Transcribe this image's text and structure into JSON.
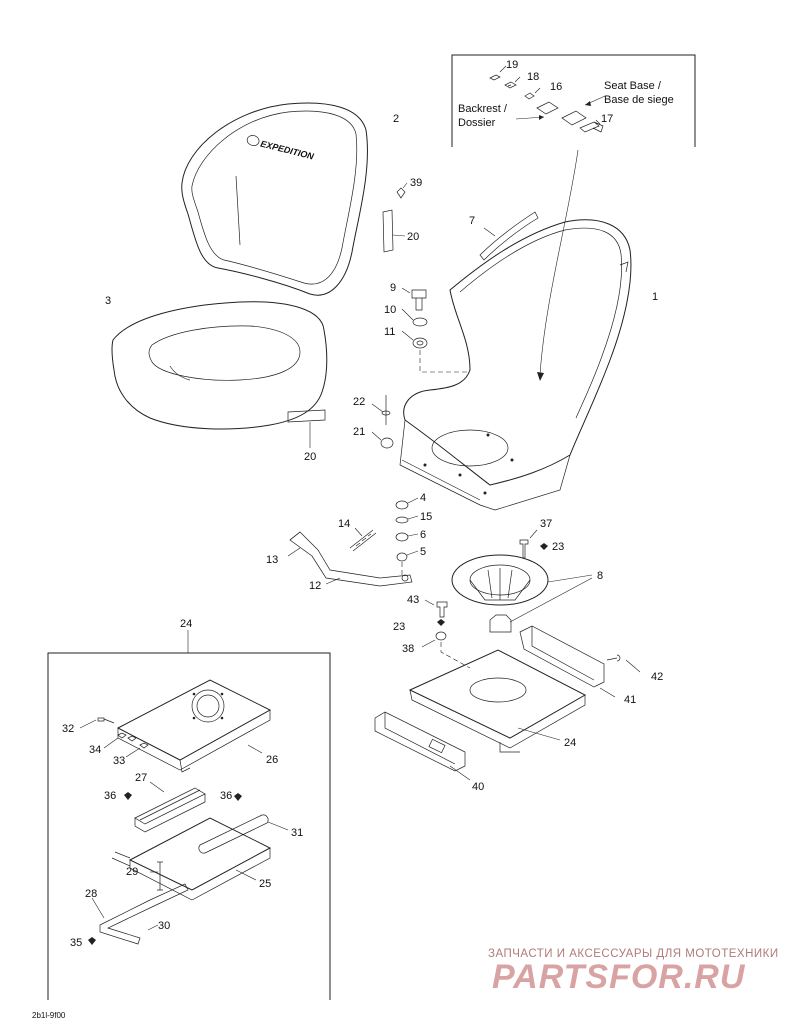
{
  "callouts": [
    {
      "id": "c1",
      "text": "1"
    },
    {
      "id": "c2",
      "text": "2"
    },
    {
      "id": "c3",
      "text": "3"
    },
    {
      "id": "c4",
      "text": "4"
    },
    {
      "id": "c5",
      "text": "5"
    },
    {
      "id": "c6",
      "text": "6"
    },
    {
      "id": "c7",
      "text": "7"
    },
    {
      "id": "c8",
      "text": "8"
    },
    {
      "id": "c9",
      "text": "9"
    },
    {
      "id": "c10",
      "text": "10"
    },
    {
      "id": "c11",
      "text": "11"
    },
    {
      "id": "c12",
      "text": "12"
    },
    {
      "id": "c13",
      "text": "13"
    },
    {
      "id": "c14",
      "text": "14"
    },
    {
      "id": "c15",
      "text": "15"
    },
    {
      "id": "c16",
      "text": "16"
    },
    {
      "id": "c17",
      "text": "17"
    },
    {
      "id": "c18",
      "text": "18"
    },
    {
      "id": "c19",
      "text": "19"
    },
    {
      "id": "c20a",
      "text": "20"
    },
    {
      "id": "c20b",
      "text": "20"
    },
    {
      "id": "c21",
      "text": "21"
    },
    {
      "id": "c22",
      "text": "22"
    },
    {
      "id": "c23a",
      "text": "23"
    },
    {
      "id": "c23b",
      "text": "23"
    },
    {
      "id": "c24a",
      "text": "24"
    },
    {
      "id": "c24b",
      "text": "24"
    },
    {
      "id": "c25",
      "text": "25"
    },
    {
      "id": "c26",
      "text": "26"
    },
    {
      "id": "c27",
      "text": "27"
    },
    {
      "id": "c28",
      "text": "28"
    },
    {
      "id": "c29",
      "text": "29"
    },
    {
      "id": "c30",
      "text": "30"
    },
    {
      "id": "c31",
      "text": "31"
    },
    {
      "id": "c32",
      "text": "32"
    },
    {
      "id": "c33",
      "text": "33"
    },
    {
      "id": "c34",
      "text": "34"
    },
    {
      "id": "c35",
      "text": "35"
    },
    {
      "id": "c36a",
      "text": "36"
    },
    {
      "id": "c36b",
      "text": "36"
    },
    {
      "id": "c37",
      "text": "37"
    },
    {
      "id": "c38",
      "text": "38"
    },
    {
      "id": "c39",
      "text": "39"
    },
    {
      "id": "c40",
      "text": "40"
    },
    {
      "id": "c41",
      "text": "41"
    },
    {
      "id": "c42",
      "text": "42"
    },
    {
      "id": "c43",
      "text": "43"
    }
  ],
  "labels": {
    "seat_base_1": "Seat Base /",
    "seat_base_2": "Base de siege",
    "backrest_1": "Backrest /",
    "backrest_2": "Dossier",
    "seat_logo": "EXPEDITION"
  },
  "watermark": {
    "line1": "ЗАПЧАСТИ И АКСЕССУАРЫ ДЛЯ МОТОТЕХНИКИ",
    "line2": "PARTSFOR.RU"
  },
  "figure_code": "2b1l-9f00"
}
